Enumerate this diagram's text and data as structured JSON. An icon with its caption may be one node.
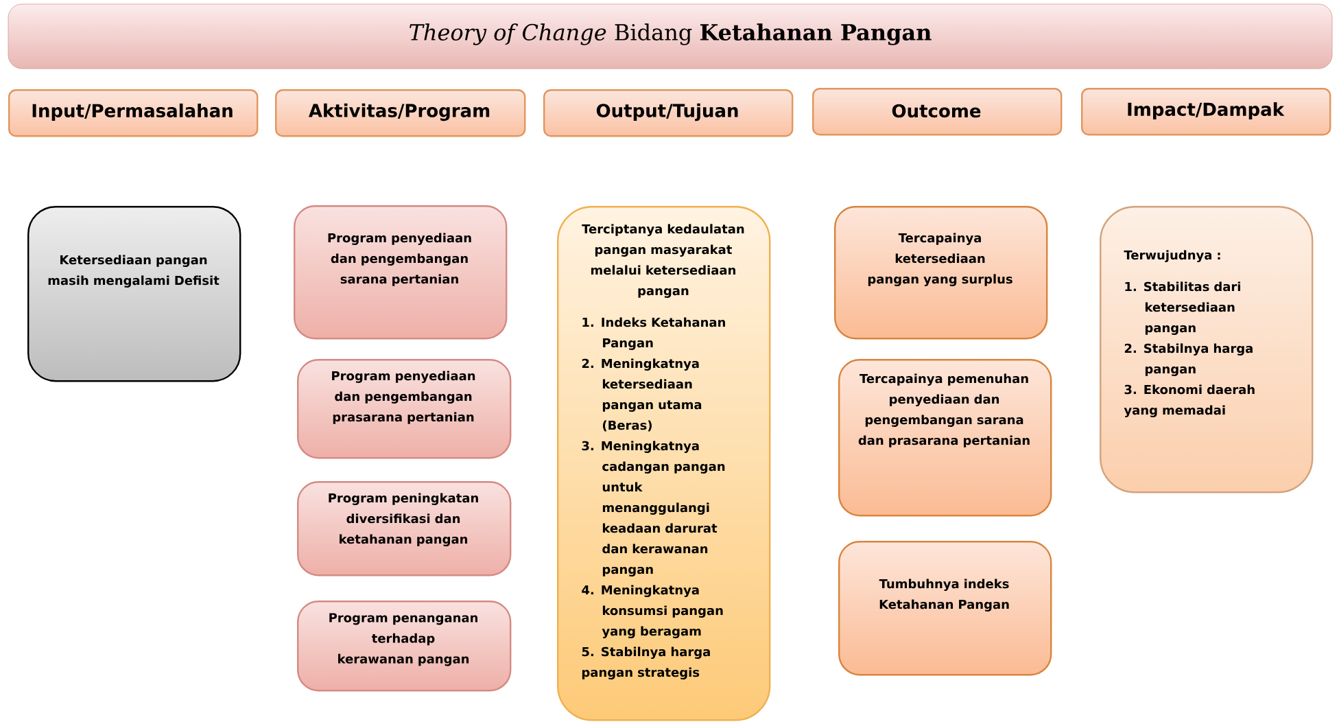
{
  "diagram": {
    "title": "*Theory of Change* Bidang **Ketahanan Pangan**",
    "nodes": [
      {
        "text": [
          "Input/Permasalahan"
        ]
      },
      {
        "text": [
          "Aktivitas/Program"
        ]
      },
      {
        "text": [
          "Output/Tujuan"
        ]
      },
      {
        "text": [
          "Outcome"
        ]
      },
      {
        "text": [
          "Impact/Dampak"
        ]
      },
      {
        "text": [
          "Ketersediaan pangan masih mengalami Defisit"
        ]
      },
      {
        "text": [
          "Program penyediaan dan pengembangan sarana pertanian"
        ]
      },
      {
        "text": [
          "Program penyediaan dan pengembangan prasarana pertanian"
        ]
      },
      {
        "text": [
          "Program peningkatan diversifikasi dan ketahanan pangan"
        ]
      },
      {
        "text": [
          "Program penanganan terhadap kerawanan pangan"
        ]
      },
      {
        "text": [
          "Terciptanya kedaulatan pangan masyarakat melalui ketersediaan pangan",
          "1. Indeks Ketahanan Pangan",
          "2. Meningkatnya ketersediaan pangan utama (Beras)",
          "3. Meningkatnya cadangan pangan untuk menanggulangi keadaan darurat dan kerawanan pangan",
          "4. Meningkatnya konsumsi pangan yang beragam",
          "5. Stabilnya harga pangan strategis"
        ]
      },
      {
        "text": [
          "Tercapainya ketersediaan pangan yang surplus"
        ]
      },
      {
        "text": [
          "Tercapainya pemenuhan penyediaan dan pengembangan sarana dan prasarana pertanian"
        ]
      },
      {
        "text": [
          "Tumbuhnya indeks Ketahanan Pangan"
        ]
      },
      {
        "text": [
          "Terwujudnya :",
          "1. Stabilitas dari ketersediaan pangan",
          "2. Stabilnya harga pangan",
          "3. Ekonomi daerah yang memadai"
        ]
      }
    ],
    "edges": []
  }
}
